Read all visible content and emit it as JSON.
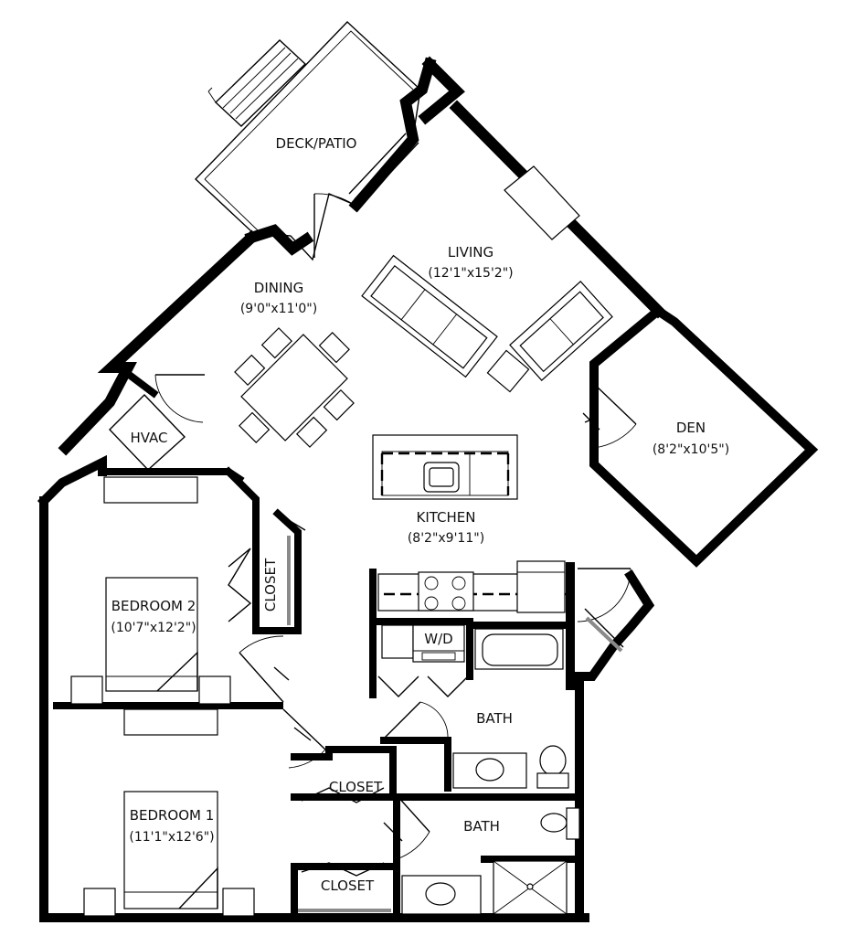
{
  "plan": {
    "rooms": {
      "deck": {
        "name": "DECK/PATIO"
      },
      "living": {
        "name": "LIVING",
        "size": "(12'1\"x15'2\")"
      },
      "dining": {
        "name": "DINING",
        "size": "(9'0\"x11'0\")"
      },
      "den": {
        "name": "DEN",
        "size": "(8'2\"x10'5\")"
      },
      "hvac": {
        "name": "HVAC"
      },
      "kitchen": {
        "name": "KITCHEN",
        "size": "(8'2\"x9'11\")"
      },
      "bedroom2": {
        "name": "BEDROOM 2",
        "size": "(10'7\"x12'2\")"
      },
      "closet_b2": {
        "name": "CLOSET"
      },
      "wd": {
        "name": "W/D"
      },
      "bath1": {
        "name": "BATH"
      },
      "closet_b1_upper": {
        "name": "CLOSET"
      },
      "closet_b1_lower": {
        "name": "CLOSET"
      },
      "bedroom1": {
        "name": "BEDROOM 1",
        "size": "(11'1\"x12'6\")"
      },
      "bath2": {
        "name": "BATH"
      }
    }
  }
}
